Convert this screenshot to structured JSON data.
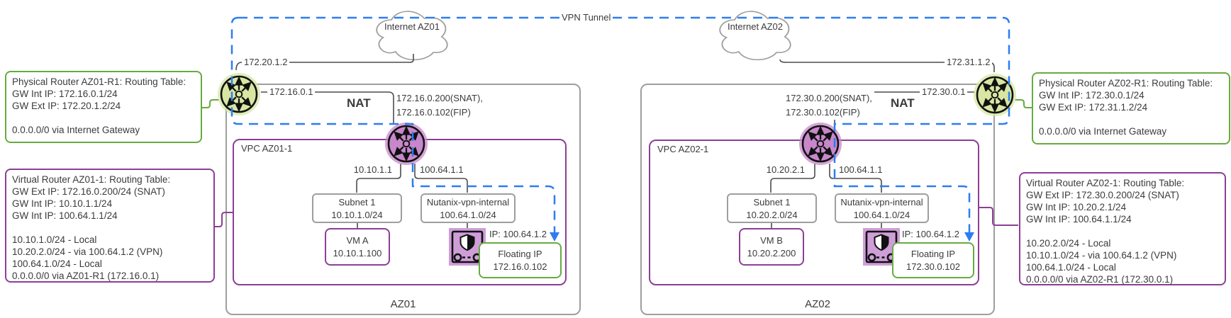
{
  "tunnel_label": "VPN Tunnel",
  "az01": {
    "name": "AZ01",
    "cloud_label": "Internet AZ01",
    "physical_router_table": {
      "lines": [
        "Physical Router AZ01-R1: Routing Table:",
        "GW Int IP: 172.16.0.1/24",
        "GW Ext IP: 172.20.1.2/24",
        "",
        "0.0.0.0/0 via Internet Gateway"
      ]
    },
    "virtual_router_table": {
      "lines": [
        "Virtual Router AZ01-1: Routing Table:",
        "GW Ext IP: 172.16.0.200/24 (SNAT)",
        "GW Int IP: 10.10.1.1/24",
        "GW Int IP: 100.64.1.1/24",
        "",
        "10.10.1.0/24 - Local",
        "10.20.2.0/24 - via 100.64.1.2 (VPN)",
        "100.64.1.0/24 - Local",
        "0.0.0.0/0 via AZ01-R1 (172.16.0.1)"
      ]
    },
    "labels": {
      "router_ext_ip": "172.20.1.2",
      "router_int_ip": "172.16.0.1",
      "nat": "NAT",
      "snat_line1": "172.16.0.200(SNAT),",
      "snat_line2": "172.16.0.102(FIP)",
      "subnet_gw": "10.10.1.1",
      "vpn_subnet_gw": "100.64.1.1",
      "vpn_gw_ip": "IP: 100.64.1.2"
    },
    "vpc": {
      "label": "VPC AZ01-1",
      "subnet": {
        "line1": "Subnet 1",
        "line2": "10.10.1.0/24"
      },
      "vpn_subnet": {
        "line1": "Nutanix-vpn-internal",
        "line2": "100.64.1.0/24"
      },
      "vm": {
        "line1": "VM A",
        "line2": "10.10.1.100"
      },
      "floating_ip": {
        "line1": "Floating IP",
        "line2": "172.16.0.102"
      }
    }
  },
  "az02": {
    "name": "AZ02",
    "cloud_label": "Internet AZ02",
    "physical_router_table": {
      "lines": [
        "Physical Router AZ02-R1: Routing Table:",
        "GW Int IP: 172.30.0.1/24",
        "GW Ext IP: 172.31.1.2/24",
        "",
        "0.0.0.0/0 via Internet Gateway"
      ]
    },
    "virtual_router_table": {
      "lines": [
        "Virtual Router AZ02-1: Routing Table:",
        "GW Ext IP: 172.30.0.200/24 (SNAT)",
        "GW Int IP: 10.20.2.1/24",
        "GW Int IP: 100.64.1.1/24",
        "",
        "10.20.2.0/24 - Local",
        "10.10.1.0/24 - via 100.64.1.2 (VPN)",
        "100.64.1.0/24 - Local",
        "0.0.0.0/0 via AZ02-R1 (172.30.0.1)"
      ]
    },
    "labels": {
      "router_ext_ip": "172.31.1.2",
      "router_int_ip": "172.30.0.1",
      "nat": "NAT",
      "snat_line1": "172.30.0.200(SNAT),",
      "snat_line2": "172.30.0.102(FIP)",
      "subnet_gw": "10.20.2.1",
      "vpn_subnet_gw": "100.64.1.1",
      "vpn_gw_ip": "IP: 100.64.1.2"
    },
    "vpc": {
      "label": "VPC AZ02-1",
      "subnet": {
        "line1": "Subnet 1",
        "line2": "10.20.2.0/24"
      },
      "vpn_subnet": {
        "line1": "Nutanix-vpn-internal",
        "line2": "100.64.1.0/24"
      },
      "vm": {
        "line1": "VM B",
        "line2": "10.20.2.200"
      },
      "floating_ip": {
        "line1": "Floating IP",
        "line2": "172.30.0.102"
      }
    }
  },
  "colors": {
    "green_border": "#67ab3f",
    "purple_border": "#8c3f96",
    "blue_tunnel": "#2d7df0",
    "gray_border": "#9e9e9e",
    "router_green_fill": "#d7e7a2",
    "router_purple_fill": "#c887cb",
    "gateway_purple_fill": "#cf9ed8"
  }
}
